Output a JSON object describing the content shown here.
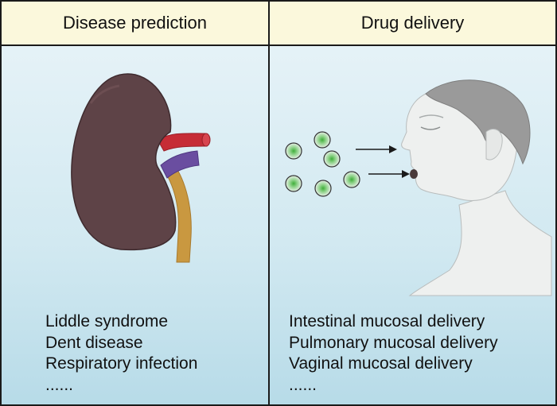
{
  "panels": [
    {
      "title": "Disease prediction",
      "items": [
        "Liddle syndrome",
        "Dent disease",
        "Respiratory infection",
        "......"
      ]
    },
    {
      "title": "Drug delivery",
      "items": [
        "Intestinal mucosal delivery",
        "Pulmonary mucosal delivery",
        "Vaginal mucosal delivery",
        "......"
      ]
    }
  ],
  "colors": {
    "header_bg": "#fbf8dc",
    "panel_bg_top": "#e5f2f7",
    "panel_bg_bottom": "#b7dbe8",
    "kidney": "#5e4347",
    "artery": "#c62c36",
    "vein": "#6a4ea0",
    "ureter": "#c99840",
    "particle_core": "#5fc25a",
    "skin": "#eef0ef",
    "hair": "#9a9a9a"
  },
  "icons": [
    "kidney-illustration",
    "human-head-illustration",
    "drug-particle-icon",
    "arrow-icon"
  ]
}
